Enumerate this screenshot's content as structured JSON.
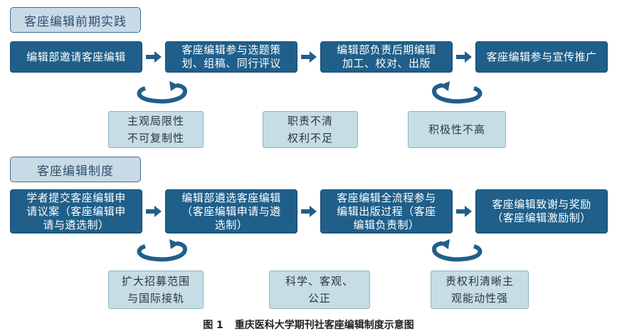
{
  "section1": {
    "label": "客座编辑前期实践",
    "steps": [
      "编辑部邀请客座编辑",
      "客座编辑参与选题策\n划、组稿、同行评议",
      "编辑部负责后期编辑\n加工、校对、出版",
      "客座编辑参与宣传推广"
    ],
    "notes": [
      "主观局限性\n不可复制性",
      "职责不清\n权利不足",
      "积极性不高"
    ]
  },
  "section2": {
    "label": "客座编辑制度",
    "steps": [
      "学者提交客座编辑申\n请议案（客座编辑申\n请与遴选制）",
      "编辑部遴选客座编辑\n（客座编辑申请与遴\n选制）",
      "客座编辑全流程参与\n编辑出版过程（客座\n编辑负责制）",
      "客座编辑致谢与奖励\n（客座编辑激励制）"
    ],
    "notes": [
      "扩大招募范围\n与国际接轨",
      "科学、客观、\n公正",
      "责权利清晰主\n观能动性强"
    ]
  },
  "caption": {
    "figure_no": "图 1",
    "title": "重庆医科大学期刊社客座编辑制度示意图"
  },
  "colors": {
    "step_fill": "#1f5f8a",
    "label_fill": "#c9dae7",
    "note_fill": "#c6dde5",
    "arrow": "#1f5f8a"
  }
}
